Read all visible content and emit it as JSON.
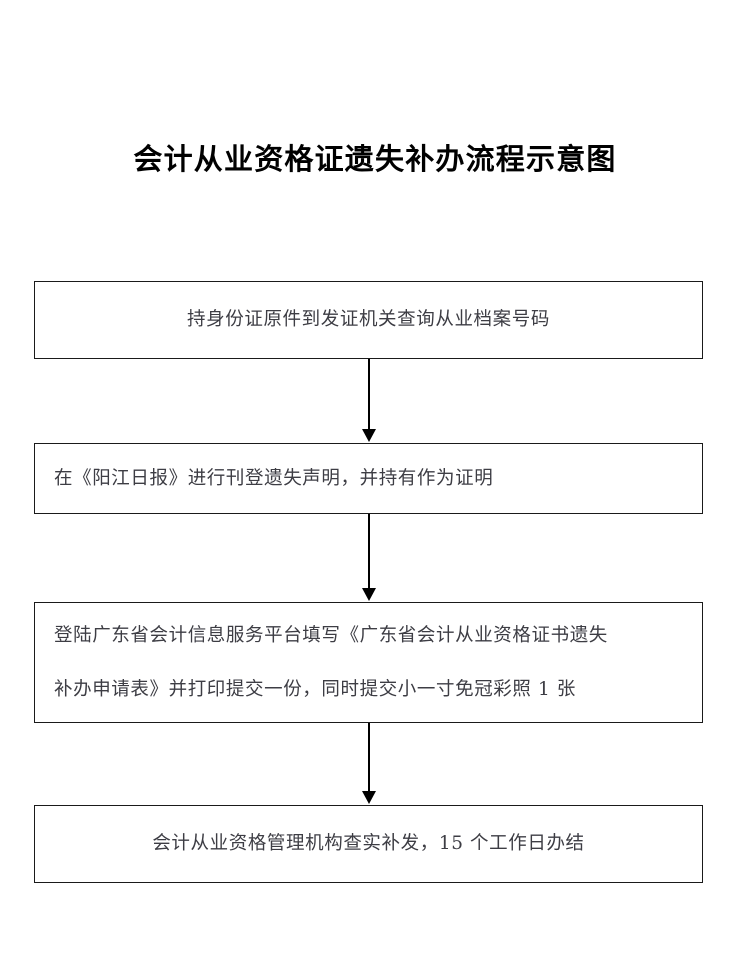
{
  "document": {
    "title": "会计从业资格证遗失补办流程示意图",
    "background_color": "#ffffff",
    "text_color": "#3d3d44",
    "border_color": "#1a1a1a"
  },
  "flowchart": {
    "type": "vertical-process-flow",
    "arrow_count": 3,
    "steps": [
      {
        "index": 1,
        "align": "center",
        "lines": [
          "持身份证原件到发证机关查询从业档案号码"
        ]
      },
      {
        "index": 2,
        "align": "left",
        "lines": [
          "在《阳江日报》进行刊登遗失声明，并持有作为证明"
        ]
      },
      {
        "index": 3,
        "align": "left",
        "lines": [
          "登陆广东省会计信息服务平台填写《广东省会计从业资格证书遗失",
          "补办申请表》并打印提交一份，同时提交小一寸免冠彩照 1 张"
        ]
      },
      {
        "index": 4,
        "align": "center",
        "lines": [
          "会计从业资格管理机构查实补发，15 个工作日办结"
        ]
      }
    ]
  }
}
